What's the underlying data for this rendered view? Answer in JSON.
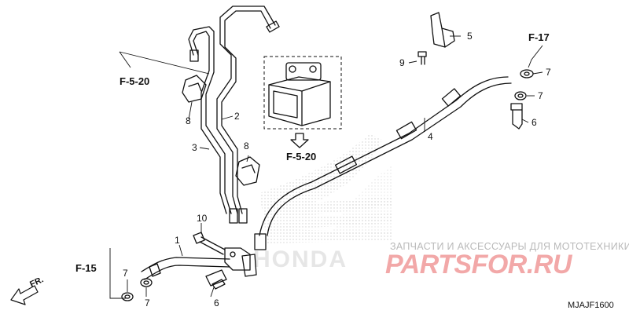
{
  "diagram": {
    "code": "MJAJF1600",
    "direction_label": "FR.",
    "watermark": {
      "tagline": "ЗАПЧАСТИ И АКСЕССУАРЫ ДЛЯ МОТОТЕХНИКИ",
      "brand": "PARTSFOR.RU"
    },
    "ref_labels": {
      "f520_left": "F-5-20",
      "f520_abs": "F-5-20",
      "f17": "F-17",
      "f15": "F-15"
    },
    "callouts": {
      "c1": "1",
      "c2": "2",
      "c3": "3",
      "c4": "4",
      "c5": "5",
      "c6_right": "6",
      "c6_bottom": "6",
      "c7_top": "7",
      "c7_mid": "7",
      "c7_bl": "7",
      "c7_bm": "7",
      "c8_top": "8",
      "c8_mid": "8",
      "c9": "9",
      "c10": "10"
    },
    "colors": {
      "line": "#111111",
      "watermark_grey": "#b9b9b9",
      "watermark_red": "#f2a8a8",
      "honda_fill": "#e6e6e6"
    }
  }
}
